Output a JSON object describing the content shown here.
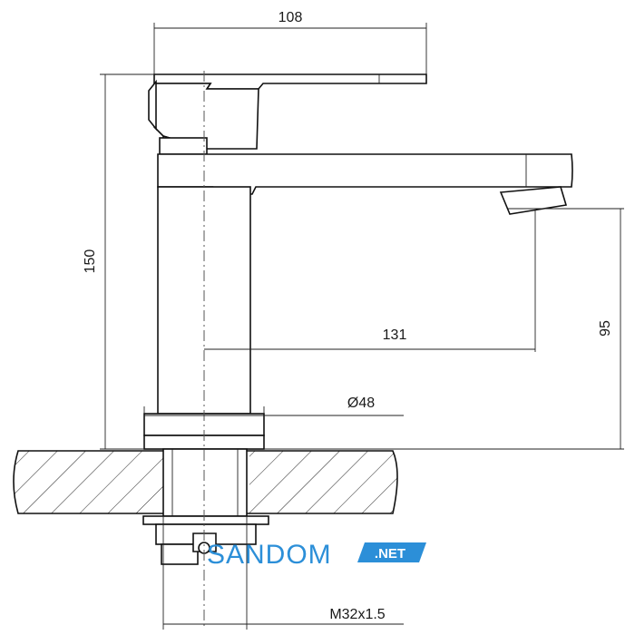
{
  "dimensions": {
    "lever_length": "108",
    "total_height": "150",
    "spout_reach": "131",
    "spout_height": "95",
    "body_diameter": "Ø48",
    "thread": "M32x1.5"
  },
  "watermark": {
    "brand": "SANDOM",
    "suffix": ".NET",
    "color": "#2c8fd8"
  }
}
